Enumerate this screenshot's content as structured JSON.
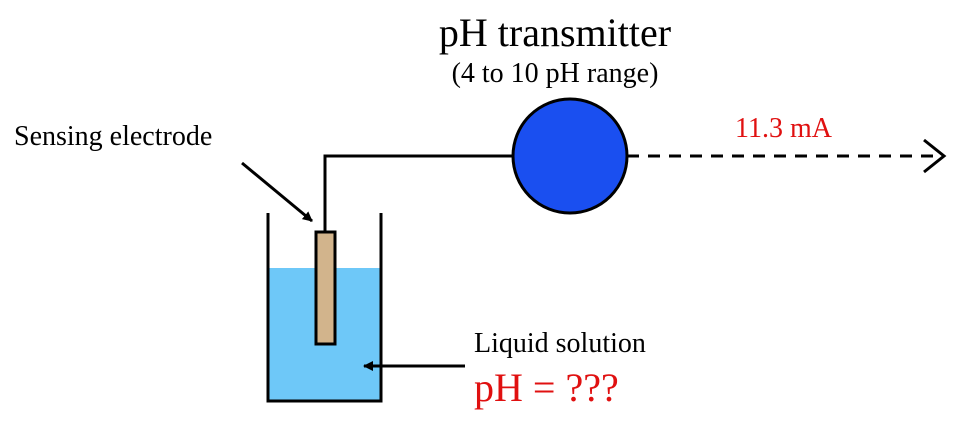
{
  "diagram": {
    "title": "pH transmitter",
    "subtitle": "(4 to 10 pH range)",
    "signal_label": "11.3 mA",
    "electrode_label": "Sensing electrode",
    "liquid_label": "Liquid solution",
    "ph_label": "pH = ???"
  },
  "colors": {
    "transmitter_fill": "#1a4ff0",
    "liquid_fill": "#6ec8f8",
    "electrode_fill": "#d2b48c",
    "accent_red": "#e01010",
    "line": "#000000"
  }
}
